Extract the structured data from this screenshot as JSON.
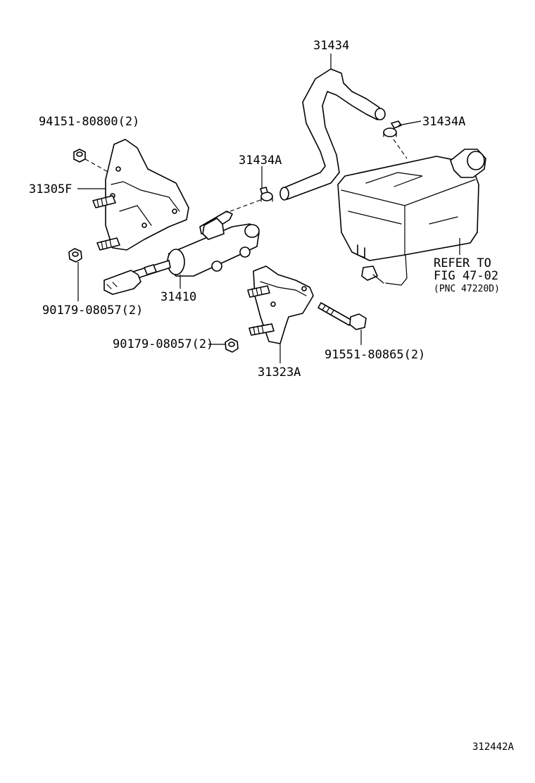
{
  "labels": {
    "hose": "31434",
    "clamp_right": "31434A",
    "clamp_left": "31434A",
    "nut_top": "94151-80800(2)",
    "bracket_left": "31305F",
    "nut_left": "90179-08057(2)",
    "master_cylinder": "31410",
    "nut_bottom": "90179-08057(2)",
    "bracket_right": "31323A",
    "bolt": "91551-80865(2)",
    "refer_line1": "REFER TO",
    "refer_line2": "FIG 47-02",
    "refer_line3": "(PNC 47220D)"
  },
  "figure_id": "312442A"
}
